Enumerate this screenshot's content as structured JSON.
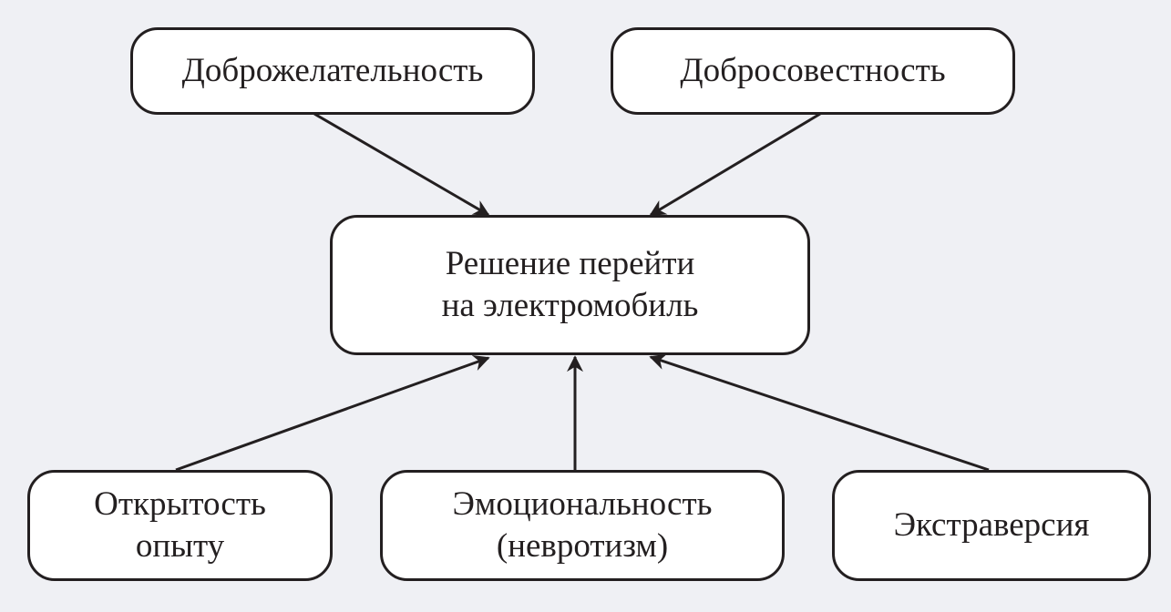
{
  "nodes": {
    "agreeableness": {
      "label": "Доброжелательность"
    },
    "conscientiousness": {
      "label": "Добросовестность"
    },
    "decision": {
      "line1": "Решение перейти",
      "line2": "на электромобиль"
    },
    "openness": {
      "line1": "Открытость",
      "line2": "опыту"
    },
    "neuroticism": {
      "line1": "Эмоциональность",
      "line2": "(невротизм)"
    },
    "extraversion": {
      "label": "Экстраверсия"
    }
  },
  "colors": {
    "background": "#eff0f4",
    "stroke": "#231f20",
    "box": "#ffffff"
  }
}
